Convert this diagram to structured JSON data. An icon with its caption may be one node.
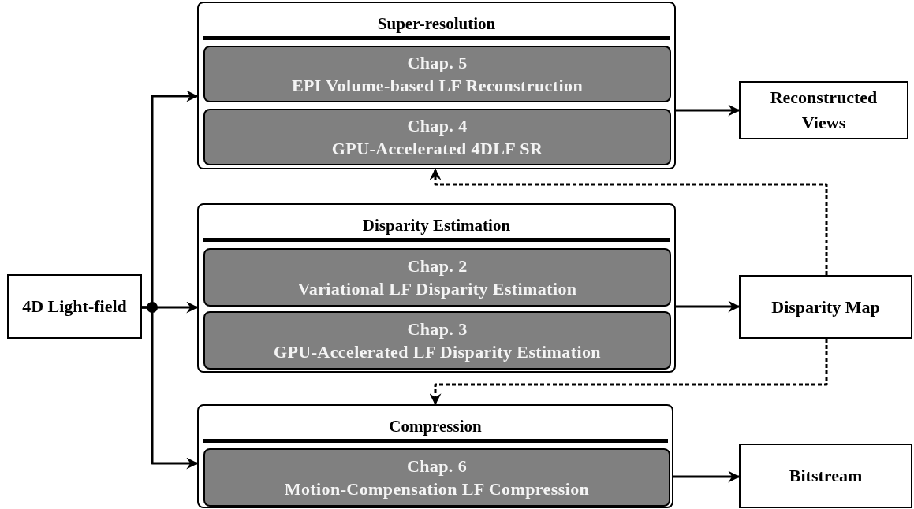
{
  "diagram": {
    "nodes": [
      {
        "text": [
          "4D Light-field"
        ]
      },
      {
        "text": [
          "Super-resolution"
        ]
      },
      {
        "text": [
          "Chap. 5",
          "EPI Volume-based LF Reconstruction"
        ],
        "in": 1
      },
      {
        "text": [
          "Chap. 4",
          "GPU-Accelerated 4DLF SR"
        ],
        "in": 1
      },
      {
        "text": [
          "Disparity Estimation"
        ]
      },
      {
        "text": [
          "Chap. 2",
          "Variational LF Disparity Estimation"
        ],
        "in": 4
      },
      {
        "text": [
          "Chap. 3",
          "GPU-Accelerated LF Disparity Estimation"
        ],
        "in": 4
      },
      {
        "text": [
          "Compression"
        ]
      },
      {
        "text": [
          "Chap. 6",
          "Motion-Compensation LF Compression"
        ],
        "in": 7
      },
      {
        "text": [
          "Reconstructed Views"
        ]
      },
      {
        "text": [
          "Disparity Map"
        ]
      },
      {
        "text": [
          "Bitstream"
        ]
      }
    ],
    "edges": [
      {
        "from": 0,
        "to": 1,
        "arrow": "to"
      },
      {
        "from": 0,
        "to": 4,
        "arrow": "to"
      },
      {
        "from": 0,
        "to": 7,
        "arrow": "to"
      },
      {
        "from": 1,
        "to": 9,
        "arrow": "to"
      },
      {
        "from": 4,
        "to": 10,
        "arrow": "to"
      },
      {
        "from": 10,
        "to": 1,
        "arrow": "to",
        "style": "dashed"
      },
      {
        "from": 10,
        "to": 7,
        "arrow": "to",
        "style": "dashed"
      },
      {
        "from": 7,
        "to": 11,
        "arrow": "to"
      }
    ]
  }
}
